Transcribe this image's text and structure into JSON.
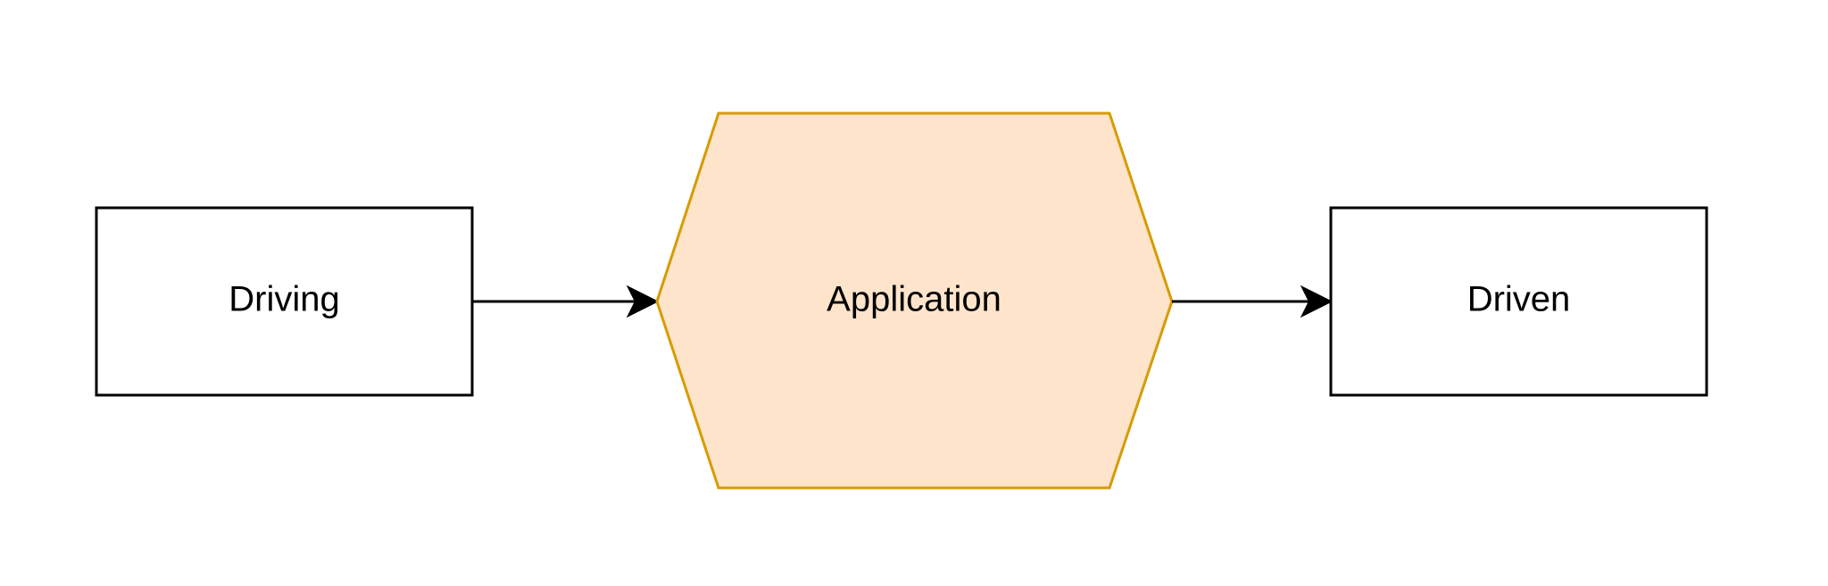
{
  "diagram": {
    "nodes": {
      "driving": {
        "label": "Driving",
        "shape": "rectangle",
        "fill": "#ffffff",
        "stroke": "#000000"
      },
      "application": {
        "label": "Application",
        "shape": "hexagon",
        "fill": "#fde4cb",
        "stroke": "#d79b00"
      },
      "driven": {
        "label": "Driven",
        "shape": "rectangle",
        "fill": "#ffffff",
        "stroke": "#000000"
      }
    },
    "edges": [
      {
        "from": "Driving",
        "to": "Application",
        "arrow": "end"
      },
      {
        "from": "Application",
        "to": "Driven",
        "arrow": "end"
      }
    ]
  }
}
